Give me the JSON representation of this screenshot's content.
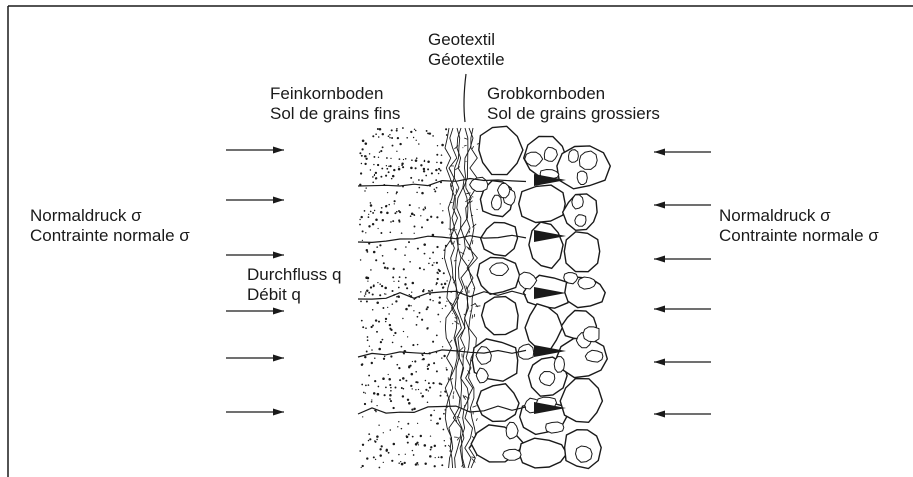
{
  "geotextile": {
    "line1": "Geotextil",
    "line2": "Géotextile"
  },
  "fine_soil": {
    "line1": "Feinkornboden",
    "line2": "Sol de grains fins"
  },
  "coarse_soil": {
    "line1": "Grobkornboden",
    "line2": "Sol de grains grossiers"
  },
  "pressure_left": {
    "line1": "Normaldruck σ",
    "line2": "Contrainte normale σ"
  },
  "pressure_right": {
    "line1": "Normaldruck σ",
    "line2": "Contrainte normale σ"
  },
  "flow": {
    "line1": "Durchfluss q",
    "line2": "Débit q"
  },
  "colors": {
    "ink": "#1a1a1a",
    "background": "#ffffff"
  }
}
